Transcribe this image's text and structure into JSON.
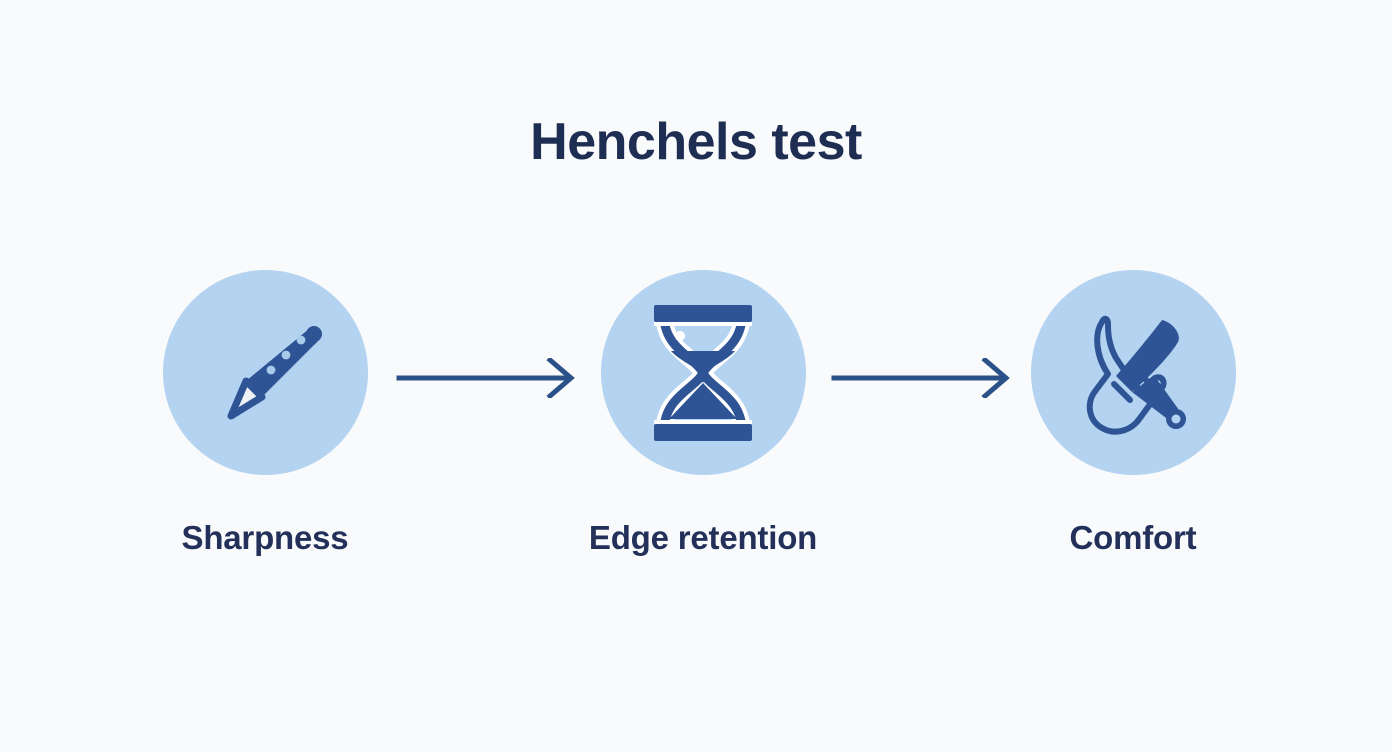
{
  "page": {
    "title": "Henchels test",
    "background_color": "#f9fafc",
    "title_color": "#1e2d52",
    "accent_navy": "#2e5496",
    "circle_fill": "#b3d3f0",
    "arrow_color": "#2b5288",
    "label_color": "#23315a"
  },
  "flow": {
    "steps": [
      {
        "label": "Sharpness",
        "icon": "knife-blade-icon",
        "icon_description": "navy knife with three rivet dots on the handle and a pale blade tip pointing down-left"
      },
      {
        "label": "Edge retention",
        "icon": "hourglass-icon",
        "icon_description": "hourglass with navy caps, sand funnel in the upper bulb and a sand pile in the lower bulb"
      },
      {
        "label": "Comfort",
        "icon": "hand-gripping-knife-icon",
        "icon_description": "outlined hand gripping a solid navy knife crossing diagonally"
      }
    ],
    "connectors": [
      {
        "name": "arrow-1",
        "direction": "right"
      },
      {
        "name": "arrow-2",
        "direction": "right"
      }
    ]
  }
}
